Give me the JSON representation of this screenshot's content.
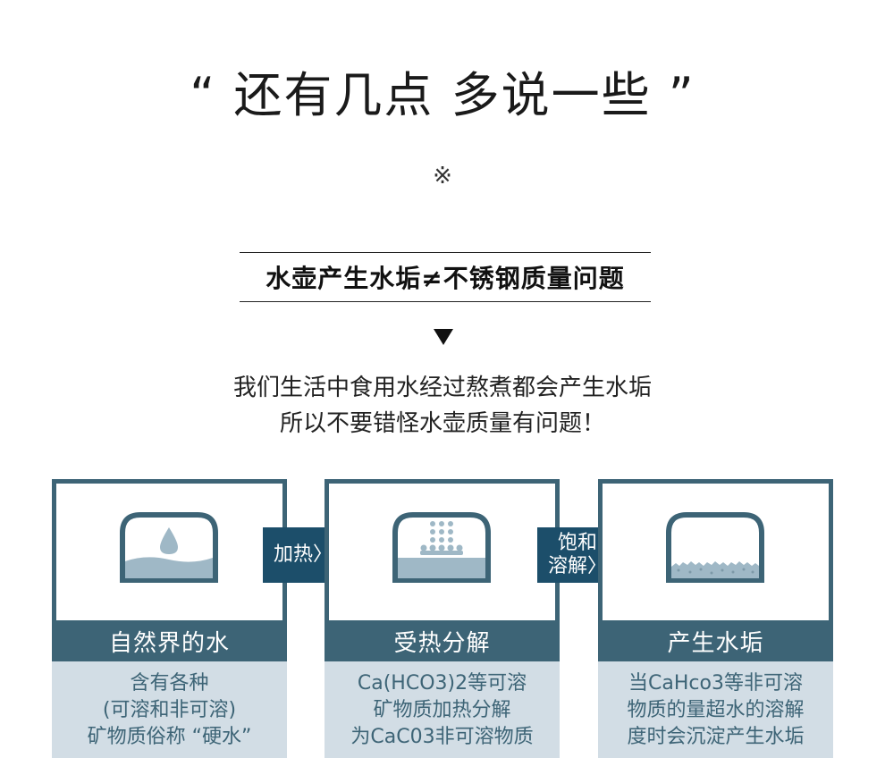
{
  "title": "“ 还有几点  多说一些 ”",
  "symbol": "※",
  "subtitle": "水壶产生水垢≠不锈钢质量问题",
  "description": {
    "line1": "我们生活中食用水经过熬煮都会产生水垢",
    "line2": "所以不要错怪水壶质量有问题！"
  },
  "cards": [
    {
      "label": "自然界的水",
      "icon": "water-drop-icon",
      "note": [
        "含有各种",
        "(可溶和非可溶)",
        "矿物质俗称 “硬水”"
      ]
    },
    {
      "label": "受热分解",
      "icon": "bubbles-heating-icon",
      "note": [
        "Ca(HCO3)2等可溶",
        "矿物质加热分解",
        "为CaC03非可溶物质"
      ]
    },
    {
      "label": "产生水垢",
      "icon": "scale-sediment-icon",
      "note": [
        "当CaHco3等非可溶",
        "物质的量超水的溶解",
        "度时会沉淀产生水垢"
      ]
    }
  ],
  "connectors": [
    {
      "line1": "加热〉",
      "line2": ""
    },
    {
      "line1": "饱和",
      "line2": "溶解〉"
    }
  ],
  "colors": {
    "primary": "#3d6476",
    "connector": "#1c4e6a",
    "note_bg": "#d2dde5",
    "water": "#9fb8c6"
  }
}
